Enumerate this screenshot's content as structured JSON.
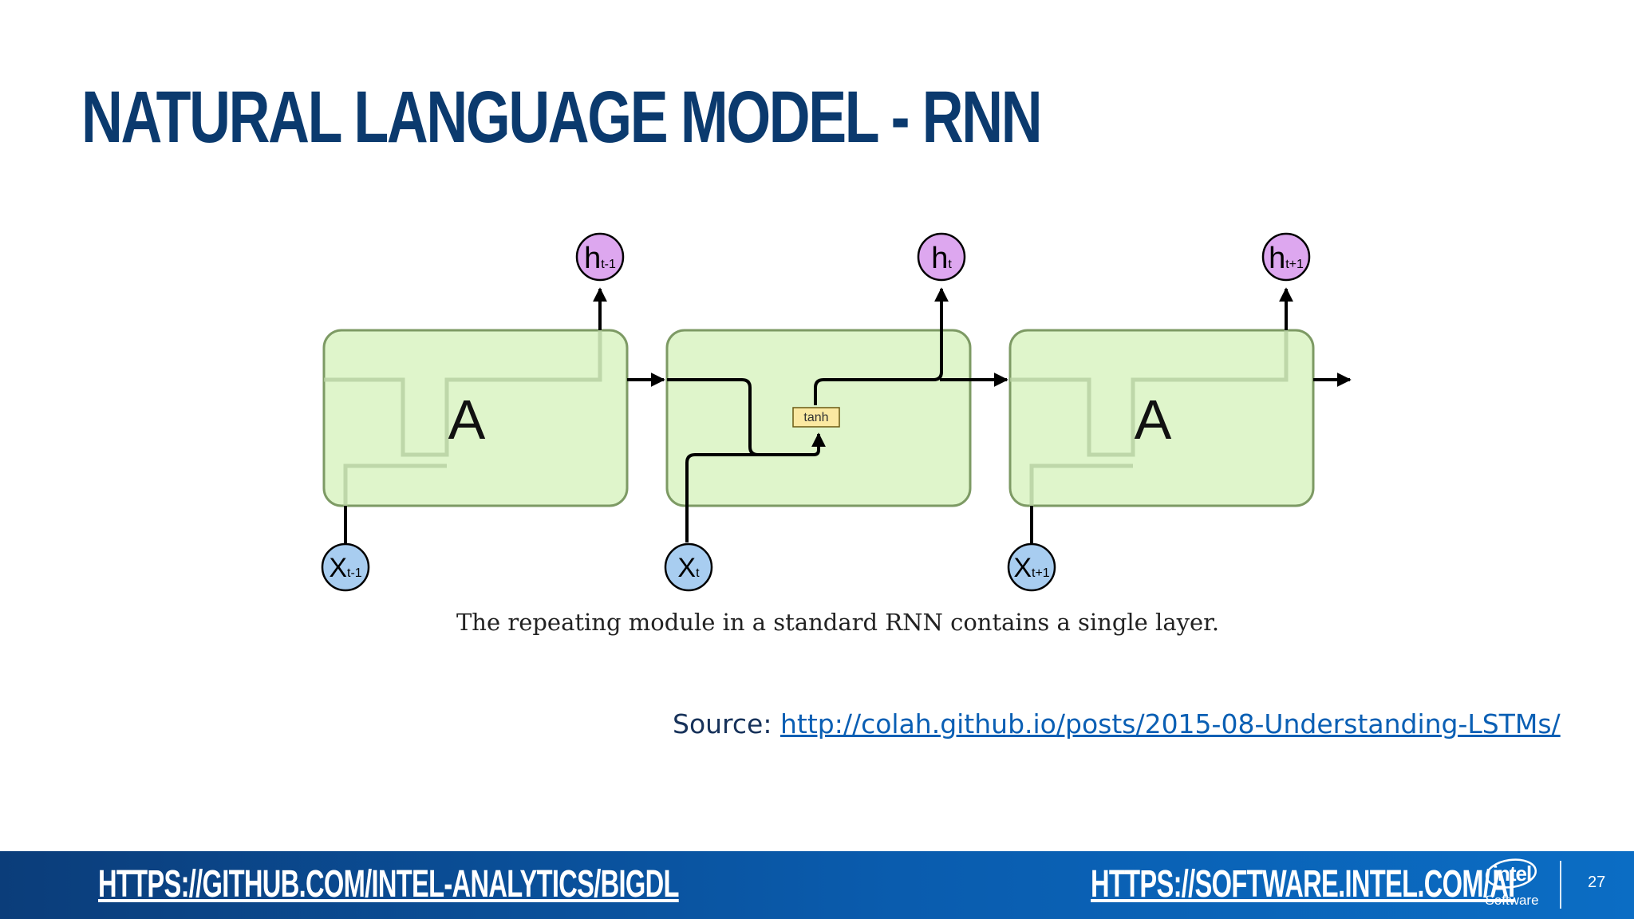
{
  "slide": {
    "title": "NATURAL LANGUAGE MODEL - RNN",
    "source_label": "Source:",
    "source_url": "http://colah.github.io/posts/2015-08-Understanding-LSTMs/",
    "page_number": "27"
  },
  "diagram": {
    "caption": "The repeating module in a standard RNN contains a single layer.",
    "cells": [
      {
        "label": "A",
        "input": {
          "base": "X",
          "sub": "t-1"
        },
        "output": {
          "base": "h",
          "sub": "t-1"
        }
      },
      {
        "label": "tanh",
        "input": {
          "base": "X",
          "sub": "t"
        },
        "output": {
          "base": "h",
          "sub": "t"
        }
      },
      {
        "label": "A",
        "input": {
          "base": "X",
          "sub": "t+1"
        },
        "output": {
          "base": "h",
          "sub": "t+1"
        }
      }
    ],
    "colors": {
      "cell_fill": "#dff5cb",
      "cell_stroke": "#7d9a64",
      "input_node": "#a8cdf0",
      "output_node": "#dda7ef",
      "tanh_box": "#fbe9a2"
    }
  },
  "footer": {
    "link_left": "HTTPS://GITHUB.COM/INTEL-ANALYTICS/BIGDL",
    "link_right": "HTTPS://SOFTWARE.INTEL.COM/AI",
    "logo_text": "intel",
    "logo_subtext": "Software",
    "background": "#0b5cae"
  }
}
